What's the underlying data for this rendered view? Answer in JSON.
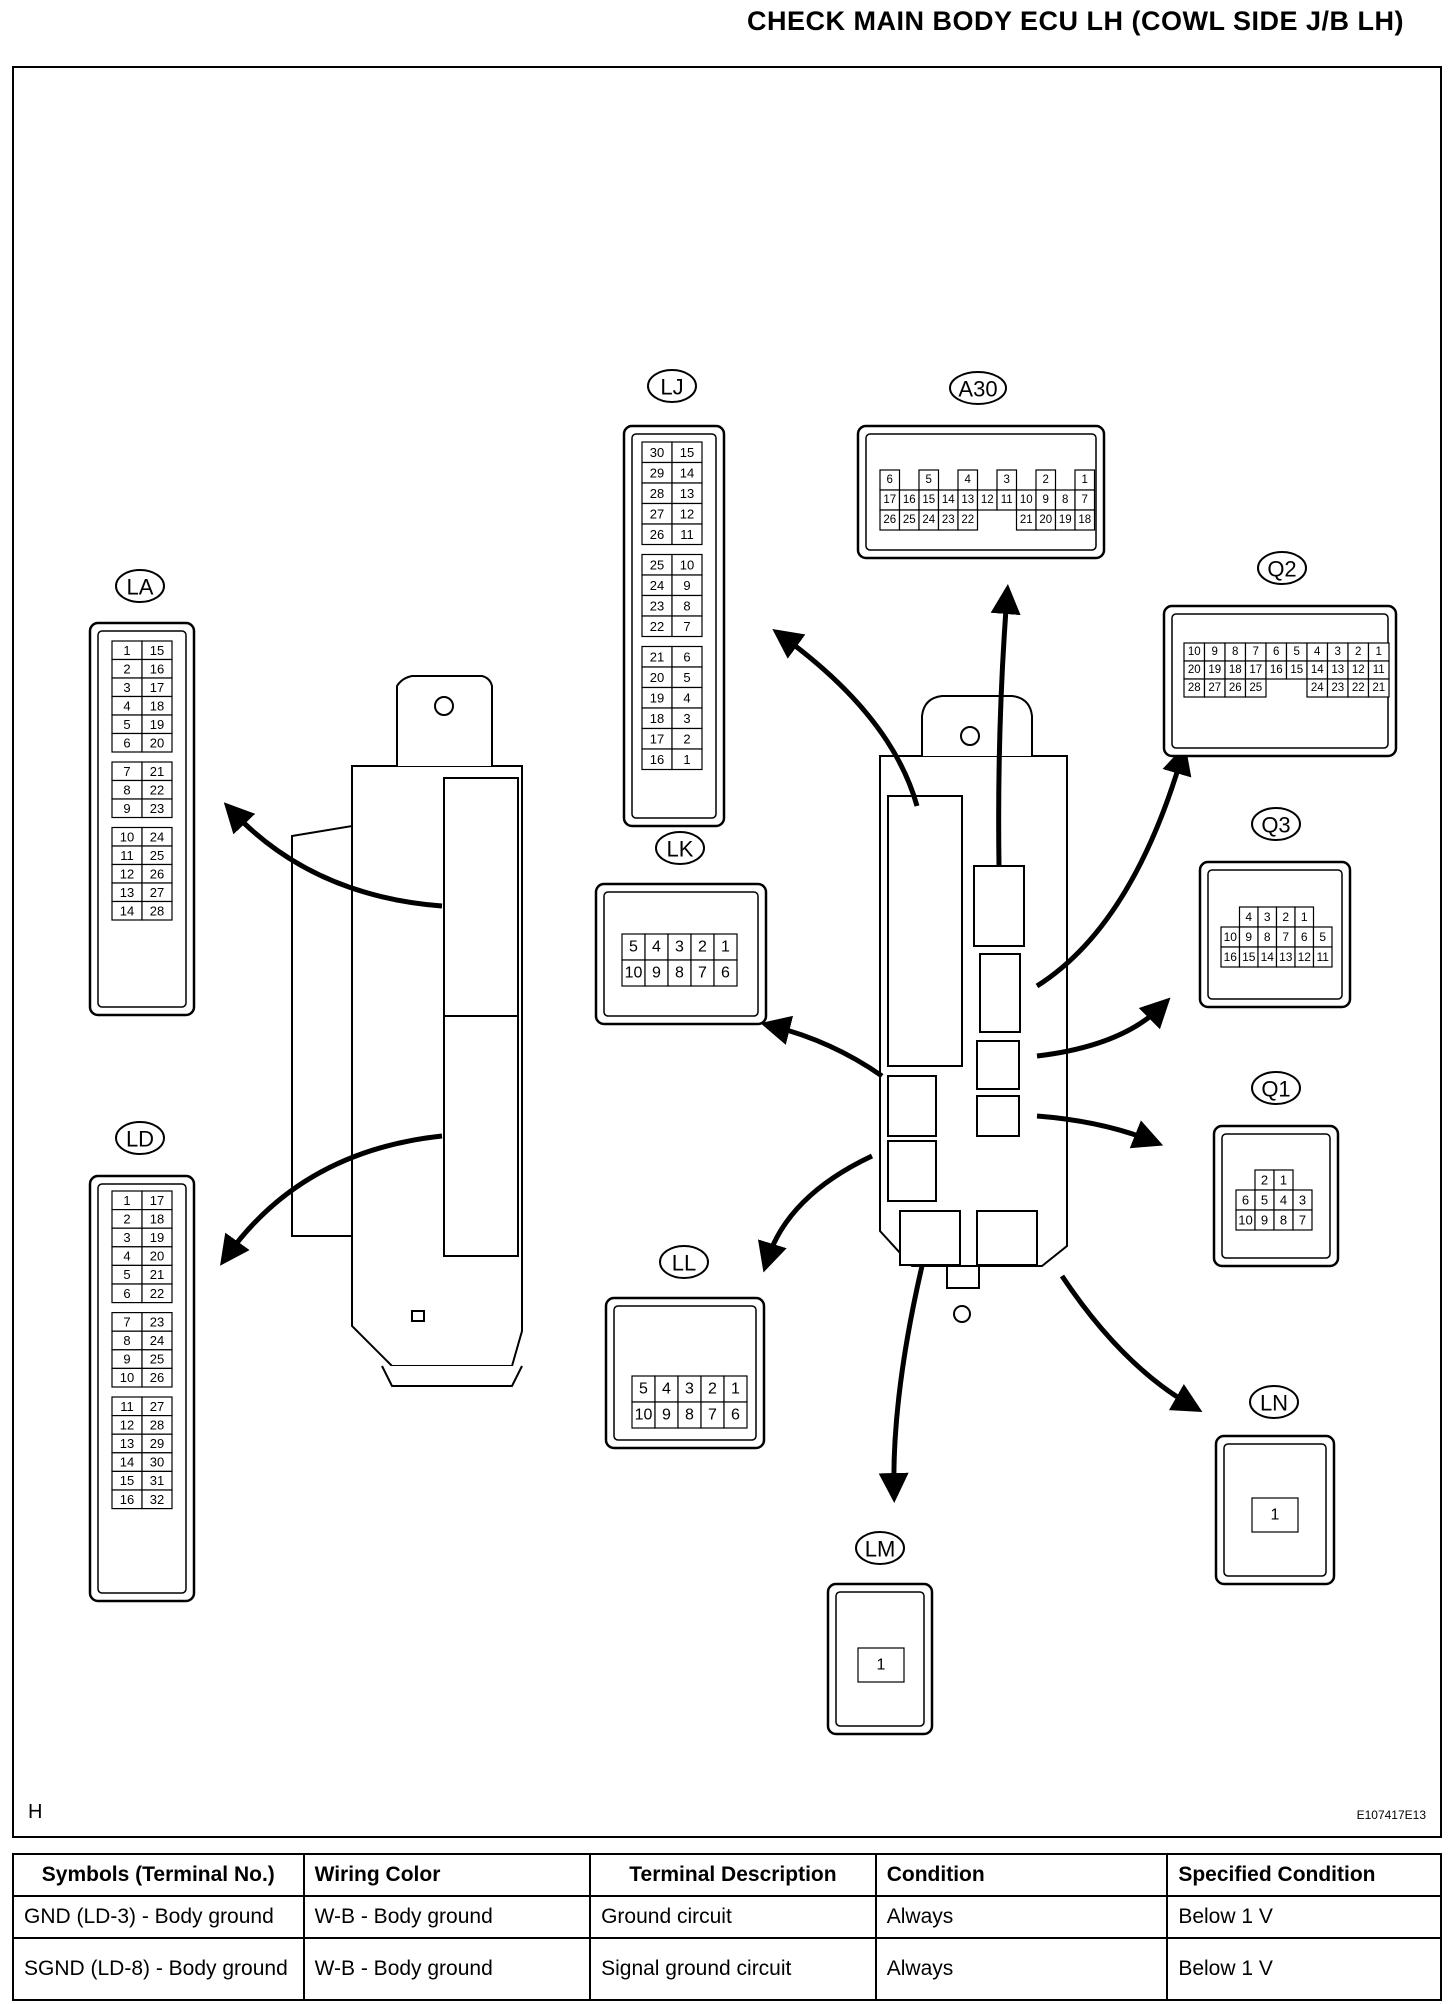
{
  "page": {
    "title": "CHECK MAIN BODY ECU LH (COWL SIDE J/B LH)",
    "corner_label": "H",
    "figure_code": "E107417E13"
  },
  "connectors": [
    {
      "id": "LA",
      "label": "LA",
      "rows": [
        [
          "1",
          "15"
        ],
        [
          "2",
          "16"
        ],
        [
          "3",
          "17"
        ],
        [
          "4",
          "18"
        ],
        [
          "5",
          "19"
        ],
        [
          "6",
          "20"
        ],
        [
          "7",
          "21"
        ],
        [
          "8",
          "22"
        ],
        [
          "9",
          "23"
        ],
        [
          "10",
          "24"
        ],
        [
          "11",
          "25"
        ],
        [
          "12",
          "26"
        ],
        [
          "13",
          "27"
        ],
        [
          "14",
          "28"
        ]
      ]
    },
    {
      "id": "LD",
      "label": "LD",
      "rows": [
        [
          "1",
          "17"
        ],
        [
          "2",
          "18"
        ],
        [
          "3",
          "19"
        ],
        [
          "4",
          "20"
        ],
        [
          "5",
          "21"
        ],
        [
          "6",
          "22"
        ],
        [
          "7",
          "23"
        ],
        [
          "8",
          "24"
        ],
        [
          "9",
          "25"
        ],
        [
          "10",
          "26"
        ],
        [
          "11",
          "27"
        ],
        [
          "12",
          "28"
        ],
        [
          "13",
          "29"
        ],
        [
          "14",
          "30"
        ],
        [
          "15",
          "31"
        ],
        [
          "16",
          "32"
        ]
      ]
    },
    {
      "id": "LJ",
      "label": "LJ",
      "rows": [
        [
          "30",
          "15"
        ],
        [
          "29",
          "14"
        ],
        [
          "28",
          "13"
        ],
        [
          "27",
          "12"
        ],
        [
          "26",
          "11"
        ],
        [
          "25",
          "10"
        ],
        [
          "24",
          "9"
        ],
        [
          "23",
          "8"
        ],
        [
          "22",
          "7"
        ],
        [
          "21",
          "6"
        ],
        [
          "20",
          "5"
        ],
        [
          "19",
          "4"
        ],
        [
          "18",
          "3"
        ],
        [
          "17",
          "2"
        ],
        [
          "16",
          "1"
        ]
      ]
    },
    {
      "id": "A30",
      "label": "A30",
      "rows": [
        [
          "6",
          "",
          "5",
          "",
          "4",
          "",
          "3",
          "",
          "2",
          "",
          "1"
        ],
        [
          "17",
          "16",
          "15",
          "14",
          "13",
          "12",
          "11",
          "10",
          "9",
          "8",
          "7"
        ],
        [
          "26",
          "25",
          "24",
          "23",
          "22",
          "",
          "",
          "21",
          "20",
          "19",
          "18"
        ]
      ]
    },
    {
      "id": "Q2",
      "label": "Q2",
      "rows": [
        [
          "10",
          "9",
          "8",
          "7",
          "6",
          "5",
          "4",
          "3",
          "2",
          "1"
        ],
        [
          "20",
          "19",
          "18",
          "17",
          "16",
          "15",
          "14",
          "13",
          "12",
          "11"
        ],
        [
          "28",
          "27",
          "26",
          "25",
          "",
          "",
          "24",
          "23",
          "22",
          "21"
        ]
      ]
    },
    {
      "id": "LK",
      "label": "LK",
      "rows": [
        [
          "5",
          "4",
          "3",
          "2",
          "1"
        ],
        [
          "10",
          "9",
          "8",
          "7",
          "6"
        ]
      ]
    },
    {
      "id": "Q3",
      "label": "Q3",
      "rows": [
        [
          "4",
          "3",
          "2",
          "1"
        ],
        [
          "10",
          "9",
          "8",
          "7",
          "6",
          "5"
        ],
        [
          "16",
          "15",
          "14",
          "13",
          "12",
          "11"
        ]
      ]
    },
    {
      "id": "Q1",
      "label": "Q1",
      "rows": [
        [
          "2",
          "1"
        ],
        [
          "6",
          "5",
          "4",
          "3"
        ],
        [
          "10",
          "9",
          "8",
          "7"
        ]
      ]
    },
    {
      "id": "LL",
      "label": "LL",
      "rows": [
        [
          "5",
          "4",
          "3",
          "2",
          "1"
        ],
        [
          "10",
          "9",
          "8",
          "7",
          "6"
        ]
      ]
    },
    {
      "id": "LN",
      "label": "LN",
      "rows": [
        [
          "1"
        ]
      ]
    },
    {
      "id": "LM",
      "label": "LM",
      "rows": [
        [
          "1"
        ]
      ]
    }
  ],
  "table": {
    "headers": [
      "Symbols (Terminal No.)",
      "Wiring Color",
      "Terminal Description",
      "Condition",
      "Specified Condition"
    ],
    "rows": [
      [
        "GND (LD-3) - Body ground",
        "W-B - Body ground",
        "Ground circuit",
        "Always",
        "Below 1 V"
      ],
      [
        "SGND (LD-8) - Body ground",
        "W-B - Body ground",
        "Signal ground circuit",
        "Always",
        "Below 1 V"
      ]
    ]
  }
}
